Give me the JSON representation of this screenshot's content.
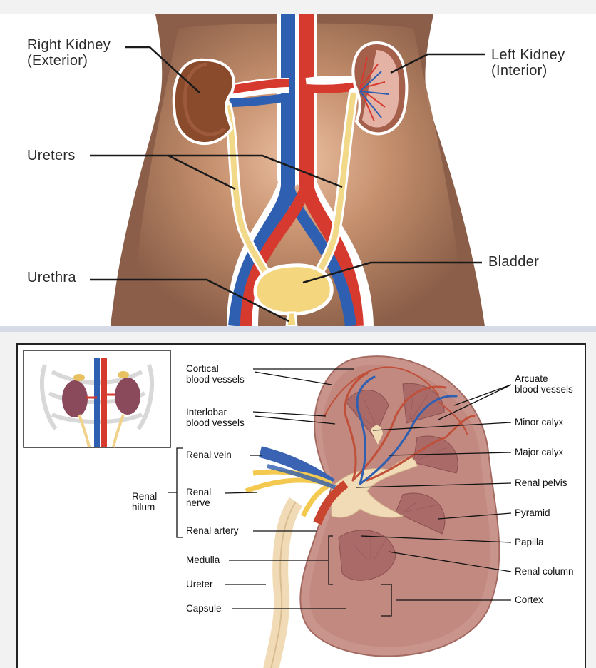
{
  "top_figure": {
    "labels": {
      "right_kidney": "Right Kidney\n(Exterior)",
      "left_kidney": "Left Kidney\n(Interior)",
      "ureters": "Ureters",
      "bladder": "Bladder",
      "urethra": "Urethra"
    }
  },
  "bottom_figure": {
    "labels": {
      "cortical_vessels": "Cortical\nblood vessels",
      "interlobar_vessels": "Interlobar\nblood vessels",
      "renal_vein": "Renal vein",
      "renal_nerve": "Renal\nnerve",
      "renal_artery": "Renal artery",
      "renal_hilum": "Renal\nhilum",
      "medulla": "Medulla",
      "ureter": "Ureter",
      "capsule": "Capsule",
      "arcuate_vessels": "Arcuate\nblood vessels",
      "minor_calyx": "Minor calyx",
      "major_calyx": "Major calyx",
      "renal_pelvis": "Renal pelvis",
      "pyramid": "Pyramid",
      "papilla": "Papilla",
      "renal_column": "Renal column",
      "cortex": "Cortex"
    }
  },
  "colors": {
    "skin": "#8a5e48",
    "skin_light": "#e9b89a",
    "artery": "#d63a2f",
    "vein": "#2f5fb0",
    "ureter": "#f2d98a",
    "kidney_ext": "#8a4a2c",
    "kidney_tissue": "#c98e86",
    "leader": "#1a1a1a"
  }
}
